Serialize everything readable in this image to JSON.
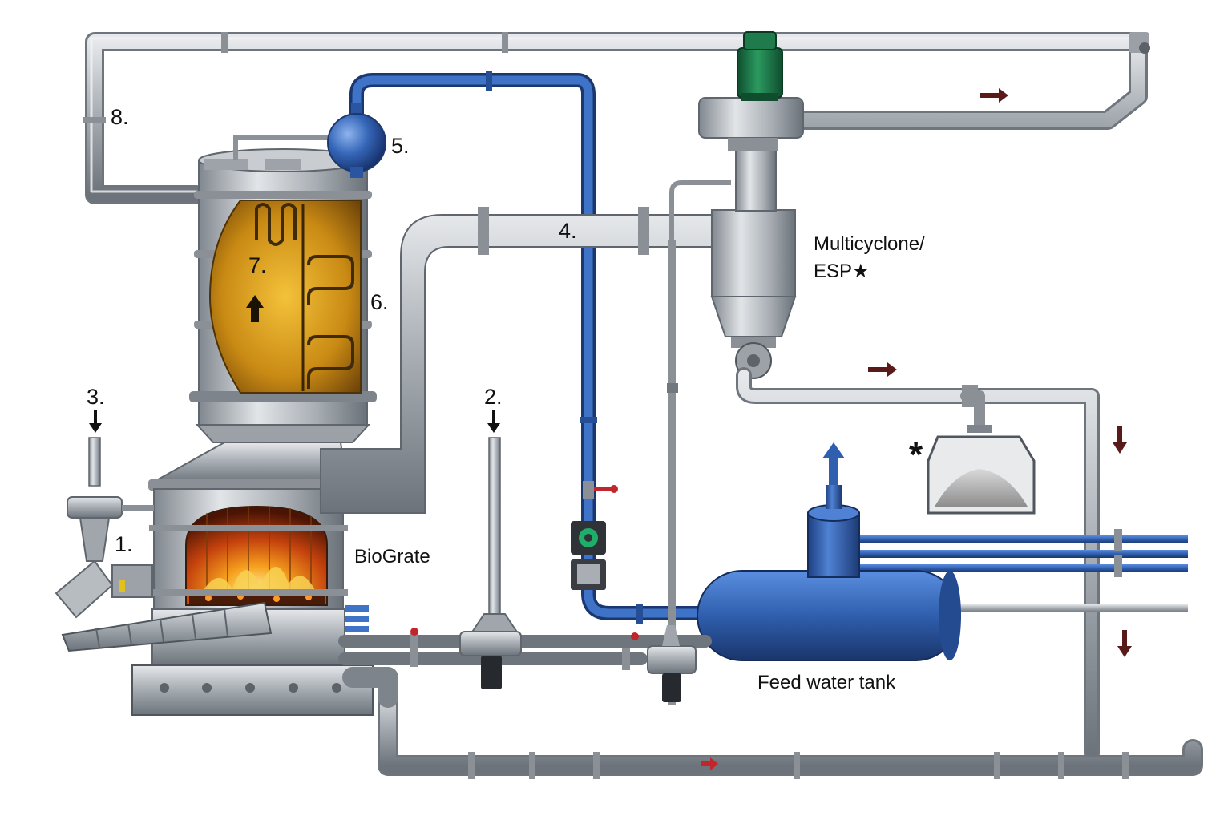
{
  "labels": {
    "n1": "1.",
    "n2": "2.",
    "n3": "3.",
    "n4": "4.",
    "n5": "5.",
    "n6": "6.",
    "n7": "7.",
    "n8": "8.",
    "biograte": "BioGrate",
    "multicyclone_line1": "Multicyclone/",
    "multicyclone_line2": "ESP★",
    "feed_water_tank": "Feed water tank",
    "ash_mark": "*"
  },
  "colors": {
    "steel": "#a9aeb4",
    "steel_dark": "#6f757c",
    "water_blue": "#2f5fae",
    "motor_green": "#1f7a4c",
    "flame_orange": "#f08a1c",
    "arrow_dark_red": "#5a1a1a",
    "valve_red": "#c0262c"
  },
  "icons": {
    "flow_arrow": "right-arrow-icon",
    "down_arrow": "down-arrow-icon",
    "up_arrow": "up-arrow-icon"
  }
}
